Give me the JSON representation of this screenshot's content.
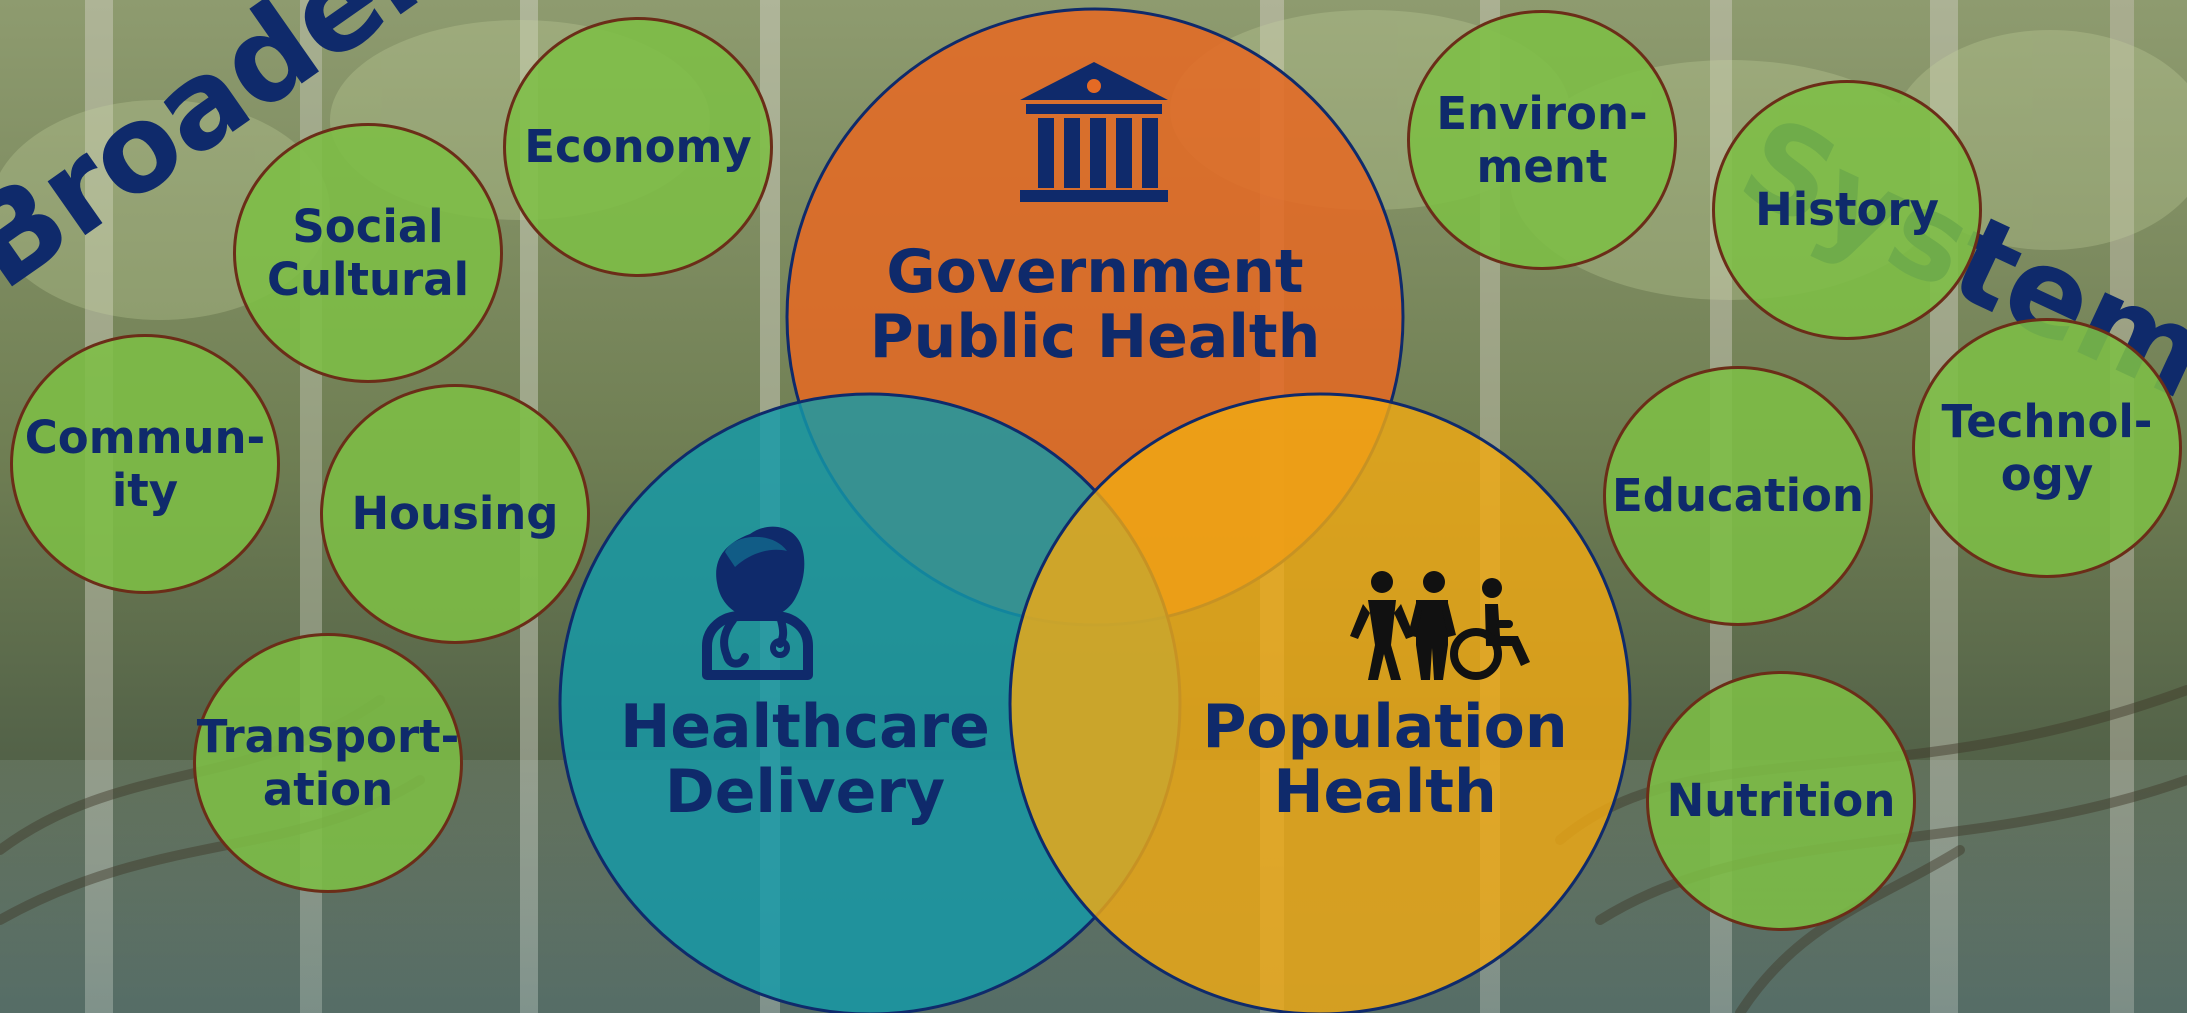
{
  "diagram": {
    "title_left": "Broader",
    "title_right": "System",
    "main_circles": [
      {
        "name": "Government Public Health",
        "label": "Government\nPublic Health",
        "color": "#e46a24",
        "icon": "government-building-icon"
      },
      {
        "name": "Healthcare Delivery",
        "label": "Healthcare\nDelivery",
        "color": "#139aa8",
        "icon": "doctor-icon"
      },
      {
        "name": "Population Health",
        "label": "Population\nHealth",
        "color": "#f0a914",
        "icon": "people-accessibility-icon"
      }
    ],
    "left_circles": [
      {
        "label": "Economy"
      },
      {
        "label": "Social\nCultural"
      },
      {
        "label": "Commun-\nity"
      },
      {
        "label": "Housing"
      },
      {
        "label": "Transport-\nation"
      }
    ],
    "right_circles": [
      {
        "label": "Environ-\nment"
      },
      {
        "label": "History"
      },
      {
        "label": "Technol-\nogy"
      },
      {
        "label": "Education"
      },
      {
        "label": "Nutrition"
      }
    ]
  }
}
